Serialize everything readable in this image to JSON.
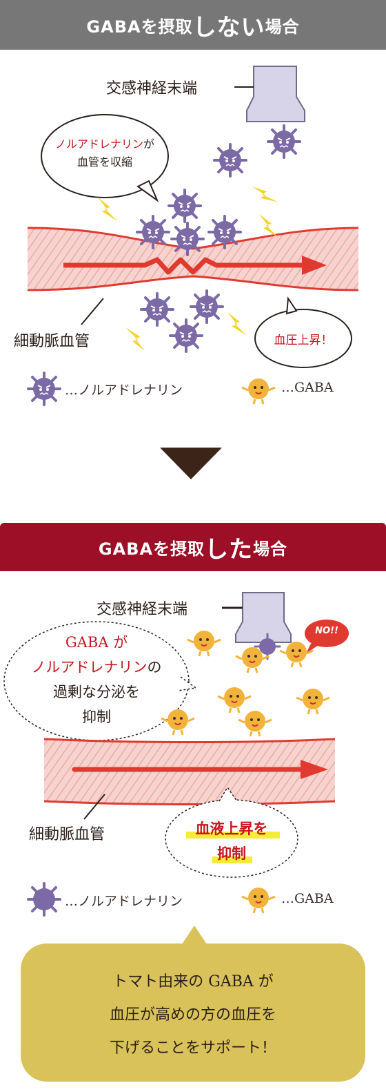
{
  "section1": {
    "banner_prefix": "GABAを摂取",
    "banner_emph": "しない",
    "banner_suffix": "場合",
    "nerve_label": "交感神経末端",
    "bubble_noradrenaline": "ノルアドレナリン",
    "bubble_ga": "が",
    "bubble_line2": "血管を収縮",
    "artery_label": "細動脈血管",
    "bp_bubble": "血圧上昇！",
    "legend_noradrenaline": "…ノルアドレナリン",
    "legend_gaba": "…GABA"
  },
  "section2": {
    "banner_prefix": "GABAを摂取",
    "banner_emph": "した",
    "banner_suffix": "場合",
    "nerve_label": "交感神経末端",
    "no_badge": "NO!!",
    "bubble_line1": "GABA が",
    "bubble_line2_red": "ノルアドレナリン",
    "bubble_line2_suffix": "の",
    "bubble_line3": "過剰な分泌を",
    "bubble_line4": "抑制",
    "artery_label": "細動脈血管",
    "bp_line1": "血液上昇を",
    "bp_line2": "抑制",
    "legend_noradrenaline": "…ノルアドレナリン",
    "legend_gaba": "…GABA"
  },
  "summary": {
    "line1": "トマト由来の GABA が",
    "line2": "血圧が高めの方の血圧を",
    "line3": "下げることをサポート！"
  },
  "colors": {
    "gray_banner": "#777777",
    "red_banner": "#9c0f26",
    "noradrenaline": "#7b6aa6",
    "gaba": "#f2b33a",
    "vessel": "#f4c6c1",
    "arrow": "#e03a30",
    "summary_box": "#d9c25a"
  },
  "icons": [
    "noradrenaline-molecule-icon",
    "gaba-character-icon",
    "lightning-icon",
    "arrow-icon",
    "nerve-terminal-icon"
  ]
}
